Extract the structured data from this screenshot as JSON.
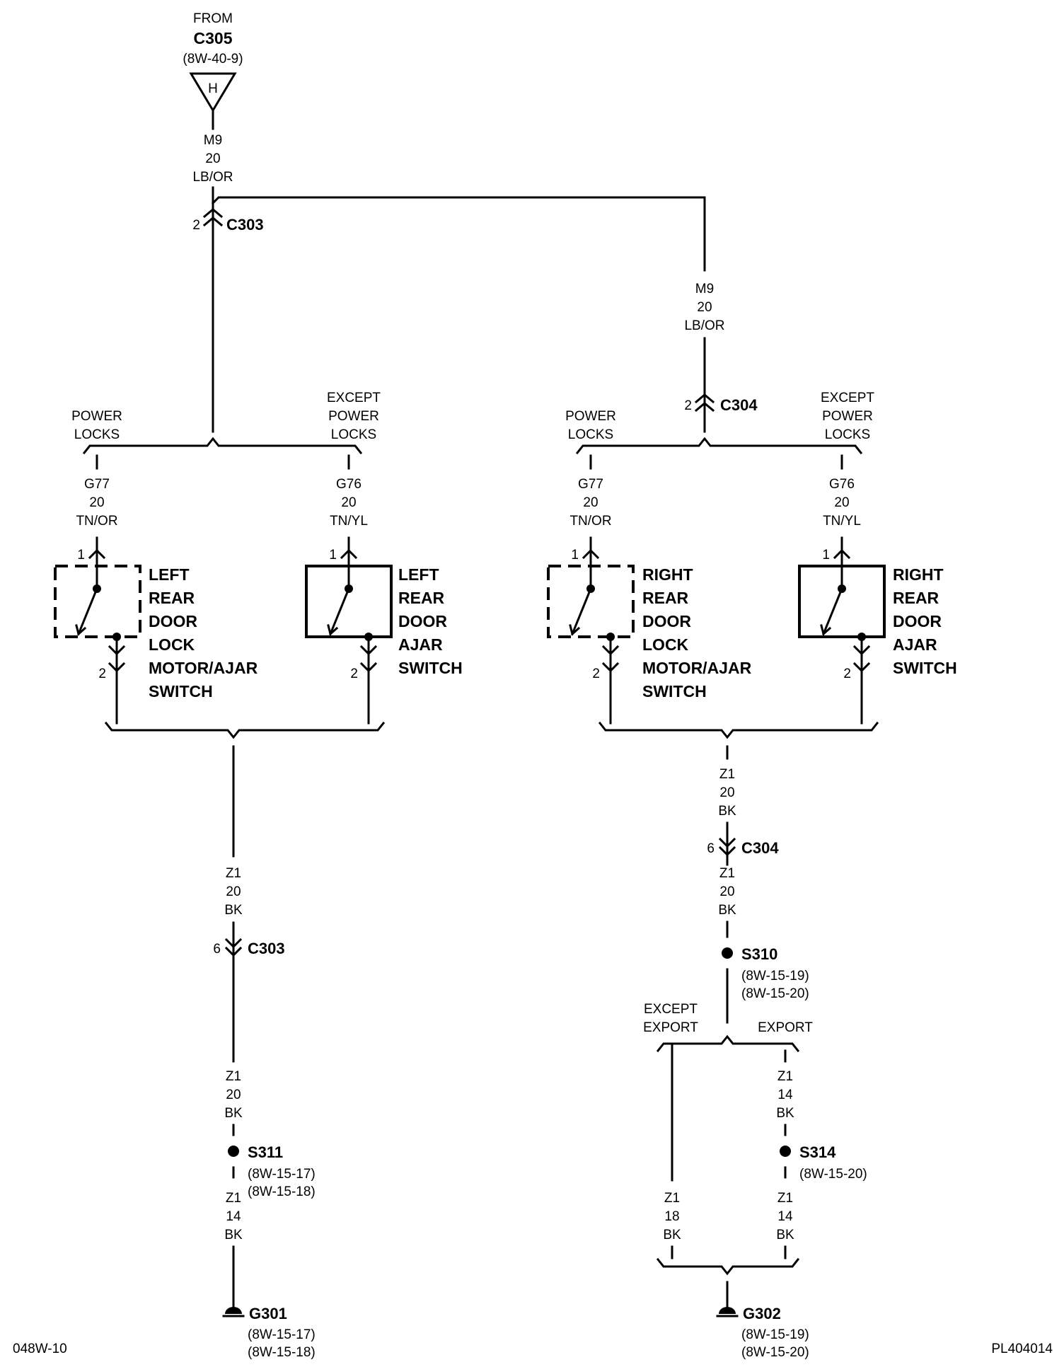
{
  "source": {
    "from_label": "FROM",
    "connector": "C305",
    "ref": "(8W-40-9)",
    "pin": "H"
  },
  "wires": {
    "m9_top": [
      "M9",
      "20",
      "LB/OR"
    ],
    "m9_right": [
      "M9",
      "20",
      "LB/OR"
    ],
    "left_g77": [
      "G77",
      "20",
      "TN/OR"
    ],
    "left_g76": [
      "G76",
      "20",
      "TN/YL"
    ],
    "right_g77": [
      "G77",
      "20",
      "TN/OR"
    ],
    "right_g76": [
      "G76",
      "20",
      "TN/YL"
    ],
    "left_z1_a": [
      "Z1",
      "20",
      "BK"
    ],
    "left_z1_b": [
      "Z1",
      "20",
      "BK"
    ],
    "left_z1_c": [
      "Z1",
      "14",
      "BK"
    ],
    "right_z1_a": [
      "Z1",
      "20",
      "BK"
    ],
    "right_z1_b": [
      "Z1",
      "20",
      "BK"
    ],
    "right_z1_export": [
      "Z1",
      "14",
      "BK"
    ],
    "right_z1_c": [
      "Z1",
      "18",
      "BK"
    ],
    "right_z1_d": [
      "Z1",
      "14",
      "BK"
    ]
  },
  "connectors": {
    "c303_top": {
      "pin": "2",
      "name": "C303"
    },
    "c304_top": {
      "pin": "2",
      "name": "C304"
    },
    "c303_bottom": {
      "pin": "6",
      "name": "C303"
    },
    "c304_bottom": {
      "pin": "6",
      "name": "C304"
    }
  },
  "options": {
    "power_locks": [
      "POWER",
      "LOCKS"
    ],
    "except_power_locks": [
      "EXCEPT",
      "POWER",
      "LOCKS"
    ],
    "except_export": [
      "EXCEPT",
      "EXPORT"
    ],
    "export": "EXPORT"
  },
  "components": {
    "left_motor": {
      "pin_top": "1",
      "pin_bottom": "2",
      "name": [
        "LEFT",
        "REAR",
        "DOOR",
        "LOCK",
        "MOTOR/AJAR",
        "SWITCH"
      ]
    },
    "left_switch": {
      "pin_top": "1",
      "pin_bottom": "2",
      "name": [
        "LEFT",
        "REAR",
        "DOOR",
        "AJAR",
        "SWITCH"
      ]
    },
    "right_motor": {
      "pin_top": "1",
      "pin_bottom": "2",
      "name": [
        "RIGHT",
        "REAR",
        "DOOR",
        "LOCK",
        "MOTOR/AJAR",
        "SWITCH"
      ]
    },
    "right_switch": {
      "pin_top": "1",
      "pin_bottom": "2",
      "name": [
        "RIGHT",
        "REAR",
        "DOOR",
        "AJAR",
        "SWITCH"
      ]
    }
  },
  "splices": {
    "s311": {
      "name": "S311",
      "refs": [
        "(8W-15-17)",
        "(8W-15-18)"
      ]
    },
    "s310": {
      "name": "S310",
      "refs": [
        "(8W-15-19)",
        "(8W-15-20)"
      ]
    },
    "s314": {
      "name": "S314",
      "refs": [
        "(8W-15-20)"
      ]
    }
  },
  "grounds": {
    "g301": {
      "name": "G301",
      "refs": [
        "(8W-15-17)",
        "(8W-15-18)"
      ]
    },
    "g302": {
      "name": "G302",
      "refs": [
        "(8W-15-19)",
        "(8W-15-20)"
      ]
    }
  },
  "footer": {
    "left_code": "048W-10",
    "right_code": "PL404014"
  }
}
